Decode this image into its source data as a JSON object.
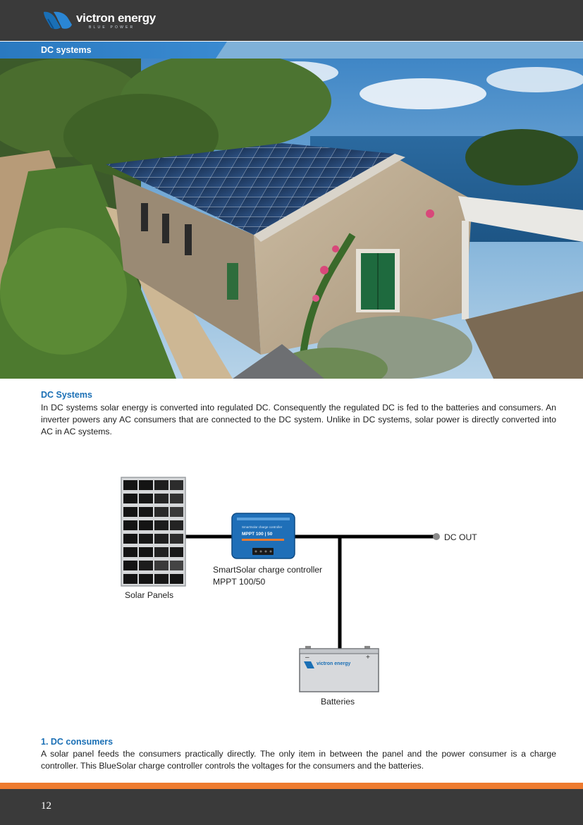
{
  "header": {
    "brand": "victron energy",
    "tagline": "BLUE POWER"
  },
  "section": {
    "title": "DC systems"
  },
  "dc_systems": {
    "heading": "DC Systems",
    "paragraph": "In DC systems solar energy is converted into regulated DC. Consequently the regulated DC is fed to the batteries and consumers. An inverter powers any AC consumers that are connected to the DC system. Unlike in DC systems, solar power is directly converted into AC in AC systems."
  },
  "diagram": {
    "solar_label": "Solar Panels",
    "controller_label_line1": "SmartSolar charge controller",
    "controller_label_line2": "MPPT 100/50",
    "controller_display": "MPPT 100 | 50",
    "dc_out_label": "DC OUT",
    "battery_label": "Batteries",
    "battery_brand": "victron energy",
    "battery_minus": "–",
    "battery_plus": "+"
  },
  "dc_consumers": {
    "heading": "1. DC consumers",
    "paragraph": "A solar panel feeds the consumers practically directly. The only item in between the panel and the power consumer is a charge controller. This BlueSolar charge controller controls the voltages for the consumers and the batteries."
  },
  "footer": {
    "page_number": "12"
  },
  "colors": {
    "dark_gray": "#3a3a3a",
    "victron_blue": "#1a6fb5",
    "accent_orange": "#ee7b2f",
    "band_blue": "#2f7fc6"
  },
  "icons": {
    "logo": "victron-logo-icon",
    "photo": "solar-house-photo"
  }
}
